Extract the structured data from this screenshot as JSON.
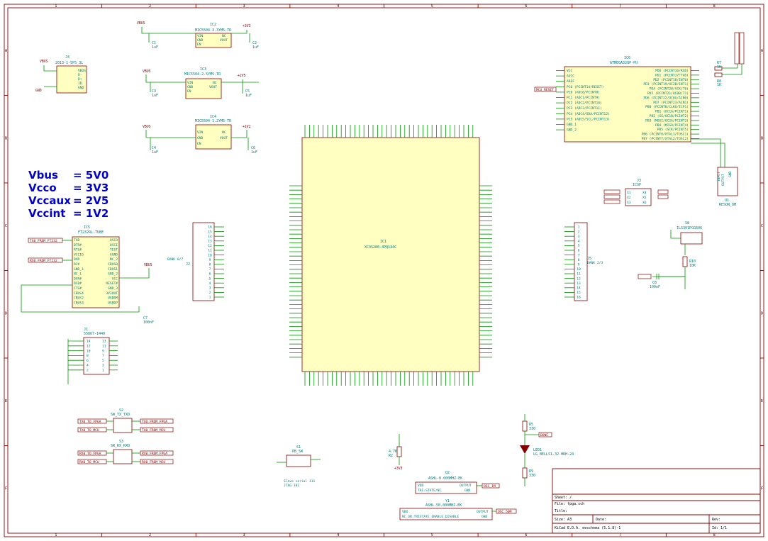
{
  "sheet": {
    "border_columns": [
      "1",
      "2",
      "3",
      "4",
      "5",
      "6",
      "7",
      "8"
    ],
    "border_rows": [
      "A",
      "B",
      "C",
      "D",
      "E",
      "F"
    ]
  },
  "notes": {
    "lines": [
      {
        "name": "Vbus",
        "value": "= 5V0"
      },
      {
        "name": "Vcco",
        "value": "= 3V3"
      },
      {
        "name": "Vccaux",
        "value": "= 2V5"
      },
      {
        "name": "Vccint",
        "value": "= 1V2"
      }
    ]
  },
  "regulators": [
    {
      "ref": "IC2",
      "part": "MIC5504-3.3YM5-TR",
      "in_rail": "VBUS",
      "out_rail": "+3V3",
      "cin": "C1",
      "cin_val": "1uF",
      "cout": "C2",
      "cout_val": "1uF",
      "pins": [
        "VIN",
        "GND",
        "EN",
        "NC",
        "VOUT"
      ]
    },
    {
      "ref": "IC3",
      "part": "MIC5504-2.5YM5-TR",
      "in_rail": "VBUS",
      "out_rail": "+2V5",
      "cin": "C3",
      "cin_val": "1uF",
      "cout": "C5",
      "cout_val": "1uF",
      "pins": [
        "VIN",
        "GND",
        "EN",
        "NC",
        "VOUT"
      ]
    },
    {
      "ref": "IC4",
      "part": "MIC5504-1.2YM5-TR",
      "in_rail": "VBUS",
      "out_rail": "+1V2",
      "cin": "C4",
      "cin_val": "1uF",
      "cout": "C6",
      "cout_val": "1uF",
      "pins": [
        "VIN",
        "GND",
        "EN",
        "NC",
        "VOUT"
      ]
    }
  ],
  "usb": {
    "ref": "J4",
    "part": "2013-1-5PS_3L",
    "rail": "VBUS",
    "gnd": "GND",
    "pins": [
      "VBUS",
      "D-",
      "D+",
      "ID",
      "GND"
    ]
  },
  "fpga": {
    "ref": "IC1",
    "part": "XC3S200-4PQ144C",
    "bank_left": "BANK 0/7",
    "bank_right": "BANK 2/3"
  },
  "ftdi": {
    "ref": "IC5",
    "part": "FT232RL-TUBE",
    "pins_left": [
      "TXD",
      "DTR#",
      "RTS#",
      "VCCIO",
      "RXD",
      "RI#",
      "GND_1",
      "NC_1",
      "DSR#",
      "DCD#",
      "CTS#",
      "CBUS4",
      "CBUS2",
      "CBUS3"
    ],
    "pins_right": [
      "OSCO",
      "OSCI",
      "TEST",
      "AGND",
      "NC_2",
      "CBUS0",
      "CBUS1",
      "GND_2",
      "VCC",
      "RESET#",
      "GND_3",
      "3V3OUT",
      "USBDM",
      "USBDP"
    ],
    "labels": [
      "TX0_FROM_FT232",
      "RX0_FROM_FT232"
    ],
    "cap": "C7",
    "cap_val": "100nF"
  },
  "mcu": {
    "ref": "IC6",
    "part": "ATMEGA328P-PU",
    "pins_left": [
      "VCC",
      "AVCC",
      "AREF",
      "PC6 (PCINT14/RESET)",
      "PC0 (ADC0/PCINT8)",
      "PC1 (ADC1/PCINT9)",
      "PC2 (ADC2/PCINT10)",
      "PC3 (ADC3/PCINT11)",
      "PC4 (ADC4/SDA/PCINT12)",
      "PC5 (ADC5/SCL/PCINT13)",
      "GND_1",
      "GND_2"
    ],
    "pins_right": [
      "PD0 (PCINT16/RXD)",
      "PD1 (PCINT17/TXD)",
      "PD2 (PCINT18/INT0)",
      "PD3 (PCINT19/OC2B/INT1)",
      "PD4 (PCINT20/XCK/T0)",
      "PD5 (PCINT21/OC0B/T1)",
      "PD6 (PCINT22/OC0A/AIN0)",
      "PD7 (PCINT23/AIN1)",
      "PB0 (PCINT0/CLKO/ICP1)",
      "PB1 (OC1A/PCINT1)",
      "PB2 (SS/OC1B/PCINT2)",
      "PB3 (MOSI/OC2A/PCINT3)",
      "PB4 (MISO/PCINT4)",
      "PB5 (SCK/PCINT5)",
      "PB6 (PCINT6/XTAL1/TOSC1)",
      "PB7 (PCINT7/XTAL2/TOSC2)"
    ],
    "reset_label": "MCU_RESET",
    "r1": "R7",
    "r1_val": "1K",
    "r2": "R8",
    "r2_val": "1K"
  },
  "resonator": {
    "ref": "U1",
    "part": "RESON_8M",
    "pins": [
      "INPUT",
      "OUTPUT",
      "GND"
    ]
  },
  "isp": {
    "ref": "J3",
    "part": "ICSP",
    "pins": [
      "X1",
      "X2",
      "X3",
      "X4",
      "X5",
      "X6"
    ]
  },
  "button": {
    "ref": "S8",
    "part": "ILS301PGG606",
    "r": "R10",
    "r_val": "10K",
    "c": "C8",
    "c_val": "100nF"
  },
  "header_j2": {
    "ref": "J2",
    "title": "BANK 0/7",
    "pin_count": 16
  },
  "header_j5": {
    "ref": "J5",
    "title": "BANK 2/3",
    "pin_count": 16
  },
  "header_j1": {
    "ref": "J1",
    "part": "55867-1440",
    "pin_count": 14
  },
  "switches": [
    {
      "ref": "S2",
      "part": "SW_TX_TXD",
      "labels_left": [
        "TX0_TO_FPGA",
        "TX0_TO_MCU"
      ],
      "labels_right": [
        "TX0_FROM_FPGA",
        "TX0_FROM_MCU"
      ]
    },
    {
      "ref": "S3",
      "part": "SW_RX_RXD",
      "labels_left": [
        "RX0_TO_FPGA",
        "RX0_TO_MCU"
      ],
      "labels_right": [
        "RX0_FROM_FPGA",
        "RX0_FROM_MCU"
      ]
    }
  ],
  "config_switch": {
    "ref": "S1",
    "part": "PB_SW",
    "note1": "Slave serial 111",
    "note2": "JTAG 101"
  },
  "pull_r": {
    "ref": "R2",
    "val": "4.7K",
    "rail": "+3V3"
  },
  "led": {
    "ref": "LED1",
    "part": "LG_BELLS1.32-HKH-24",
    "r": "R5",
    "r_val": "330",
    "r9": "R9",
    "r9_val": "330",
    "label": "DONE"
  },
  "oscillators": [
    {
      "ref": "Q2",
      "part": "ASHL-8.000MHZ-EK",
      "pins": [
        "VDD",
        "TRI-STATE/NC",
        "OUTPUT",
        "GND"
      ],
      "label": "OSC_1M"
    },
    {
      "ref": "Y1",
      "part": "ASHL-50.000MHZ-EK",
      "pins": [
        "VDD",
        "NC_OR_TRISTATE_ENABLE_DISABLE",
        "OUTPUT",
        "GND"
      ],
      "label": "OSC_50M"
    }
  ],
  "title_block": {
    "sheet": "Sheet: /",
    "file": "File: fpga.sch",
    "title_label": "Title:",
    "size": "Size: A3",
    "date": "Date:",
    "rev": "Rev:",
    "kicad": "KiCad E.D.A.  eeschema (5.1.8)-1",
    "id": "Id: 1/1"
  }
}
